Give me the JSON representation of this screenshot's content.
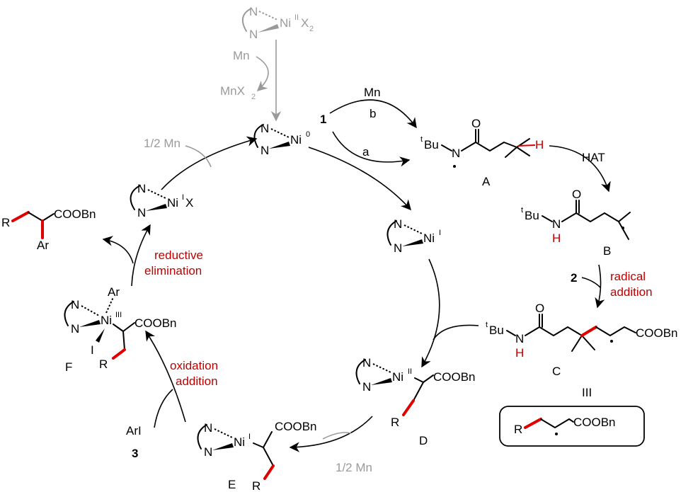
{
  "precatalyst": {
    "n_top": "N",
    "n_bottom": "N",
    "metal": "Ni",
    "ox": "II",
    "x": "X",
    "x_sub": "2"
  },
  "reductant_top": {
    "mn": "Mn",
    "mnx": "MnX",
    "mnx_sub": "2"
  },
  "ni0": {
    "n_top": "N",
    "n_bottom": "N",
    "metal": "Ni",
    "ox": "0"
  },
  "nii_x": {
    "n_top": "N",
    "n_bottom": "N",
    "metal": "Ni",
    "ox": "I",
    "x": "X"
  },
  "nii": {
    "n_top": "N",
    "n_bottom": "N",
    "metal": "Ni",
    "ox": "I"
  },
  "half_mn_top": "1/2 Mn",
  "half_mn_bottom": "1/2 Mn",
  "substrate_label": "1",
  "path_a": "a",
  "path_b": "b",
  "mn_path_b": "Mn",
  "radical_A": {
    "tbu_sup": "t",
    "tbu": "Bu",
    "n": "N",
    "o": "O",
    "h": "H",
    "label": "A"
  },
  "hat": "HAT",
  "radical_B": {
    "tbu_sup": "t",
    "tbu": "Bu",
    "n": "N",
    "h": "H",
    "o": "O",
    "label": "B"
  },
  "acrylate_label": "2",
  "radical_addition": {
    "line1": "radical",
    "line2": "addition"
  },
  "radical_C": {
    "tbu_sup": "t",
    "tbu": "Bu",
    "n": "N",
    "h": "H",
    "o": "O",
    "ester": "COOBn",
    "label": "C"
  },
  "roman": "III",
  "box_radical": {
    "r": "R",
    "ester": "COOBn"
  },
  "complex_D": {
    "n_top": "N",
    "n_bottom": "N",
    "metal": "Ni",
    "ox": "II",
    "ester": "COOBn",
    "r": "R",
    "label": "D"
  },
  "complex_E": {
    "n_top": "N",
    "n_bottom": "N",
    "metal": "Ni",
    "ox": "I",
    "ester": "COOBn",
    "r": "R",
    "label": "E"
  },
  "complex_F": {
    "n_top": "N",
    "n_bottom": "N",
    "metal": "Ni",
    "ox": "III",
    "ar": "Ar",
    "i": "I",
    "ester": "COOBn",
    "r": "R",
    "label": "F"
  },
  "oxidation_addition": {
    "line1": "oxidation",
    "line2": "addition"
  },
  "aryl_iodide": "ArI",
  "aryl_iodide_label": "3",
  "reductive_elimination": {
    "line1": "reductive",
    "line2": "elimination"
  },
  "product": {
    "r": "R",
    "ester": "COOBn",
    "ar": "Ar"
  }
}
